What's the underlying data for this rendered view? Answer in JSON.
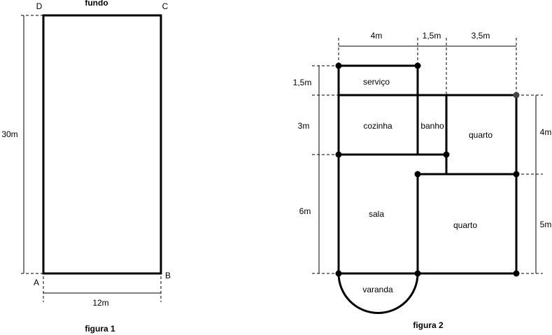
{
  "figure1": {
    "caption": "figura 1",
    "top_label": "fundo",
    "corners": {
      "a": "A",
      "b": "B",
      "c": "C",
      "d": "D"
    },
    "width_label": "12m",
    "height_label": "30m"
  },
  "figure2": {
    "caption": "figura 2",
    "top_dims": [
      "4m",
      "1,5m",
      "3,5m"
    ],
    "left_dims": [
      "1,5m",
      "3m",
      "6m"
    ],
    "right_dims": [
      "4m",
      "5m"
    ],
    "rooms": {
      "servico": "serviço",
      "cozinha": "cozinha",
      "banho": "banho",
      "quarto_top": "quarto",
      "sala": "sala",
      "quarto_bottom": "quarto",
      "varanda": "varanda"
    }
  }
}
